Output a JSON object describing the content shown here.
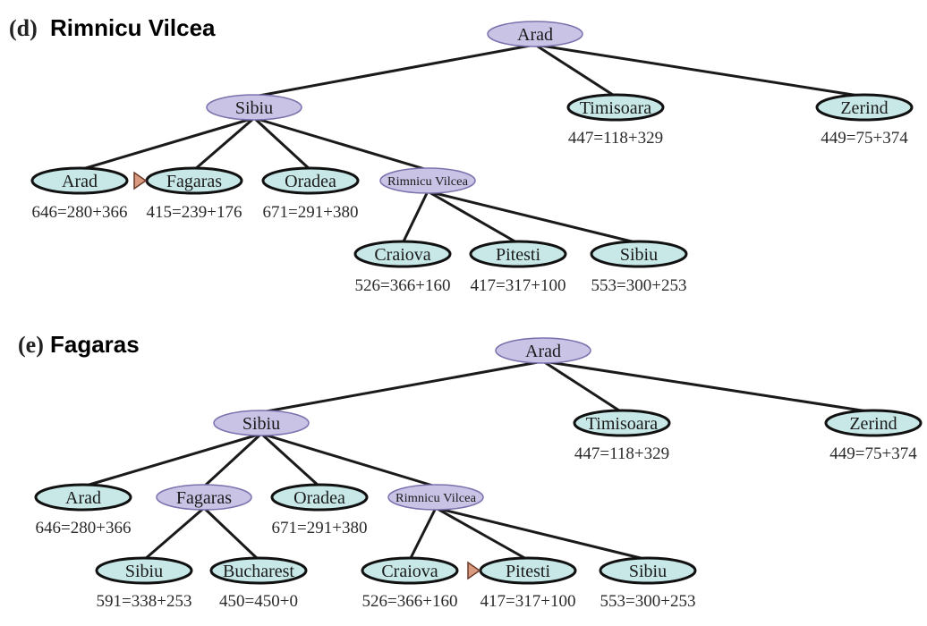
{
  "panels": [
    {
      "letter": "(d)",
      "title": "Rimnicu Vilcea",
      "nodes": [
        {
          "label": "Arad",
          "state": "expanded"
        },
        {
          "label": "Sibiu",
          "state": "expanded"
        },
        {
          "label": "Timisoara",
          "state": "frontier",
          "f": "447=118+329"
        },
        {
          "label": "Zerind",
          "state": "frontier",
          "f": "449=75+374"
        },
        {
          "label": "Arad",
          "state": "frontier",
          "f": "646=280+366"
        },
        {
          "label": "Fagaras",
          "state": "frontier",
          "f": "415=239+176",
          "next": true
        },
        {
          "label": "Oradea",
          "state": "frontier",
          "f": "671=291+380"
        },
        {
          "label": "Rimnicu Vilcea",
          "state": "expanded"
        },
        {
          "label": "Craiova",
          "state": "frontier",
          "f": "526=366+160"
        },
        {
          "label": "Pitesti",
          "state": "frontier",
          "f": "417=317+100"
        },
        {
          "label": "Sibiu",
          "state": "frontier",
          "f": "553=300+253"
        }
      ]
    },
    {
      "letter": "(e)",
      "title": "Fagaras",
      "nodes": [
        {
          "label": "Arad",
          "state": "expanded"
        },
        {
          "label": "Sibiu",
          "state": "expanded"
        },
        {
          "label": "Timisoara",
          "state": "frontier",
          "f": "447=118+329"
        },
        {
          "label": "Zerind",
          "state": "frontier",
          "f": "449=75+374"
        },
        {
          "label": "Arad",
          "state": "frontier",
          "f": "646=280+366"
        },
        {
          "label": "Fagaras",
          "state": "expanded"
        },
        {
          "label": "Oradea",
          "state": "frontier",
          "f": "671=291+380"
        },
        {
          "label": "Rimnicu Vilcea",
          "state": "expanded"
        },
        {
          "label": "Sibiu",
          "state": "frontier",
          "f": "591=338+253"
        },
        {
          "label": "Bucharest",
          "state": "frontier",
          "f": "450=450+0"
        },
        {
          "label": "Craiova",
          "state": "frontier",
          "f": "526=366+160"
        },
        {
          "label": "Pitesti",
          "state": "frontier",
          "f": "417=317+100",
          "next": true
        },
        {
          "label": "Sibiu",
          "state": "frontier",
          "f": "553=300+253"
        }
      ]
    }
  ]
}
